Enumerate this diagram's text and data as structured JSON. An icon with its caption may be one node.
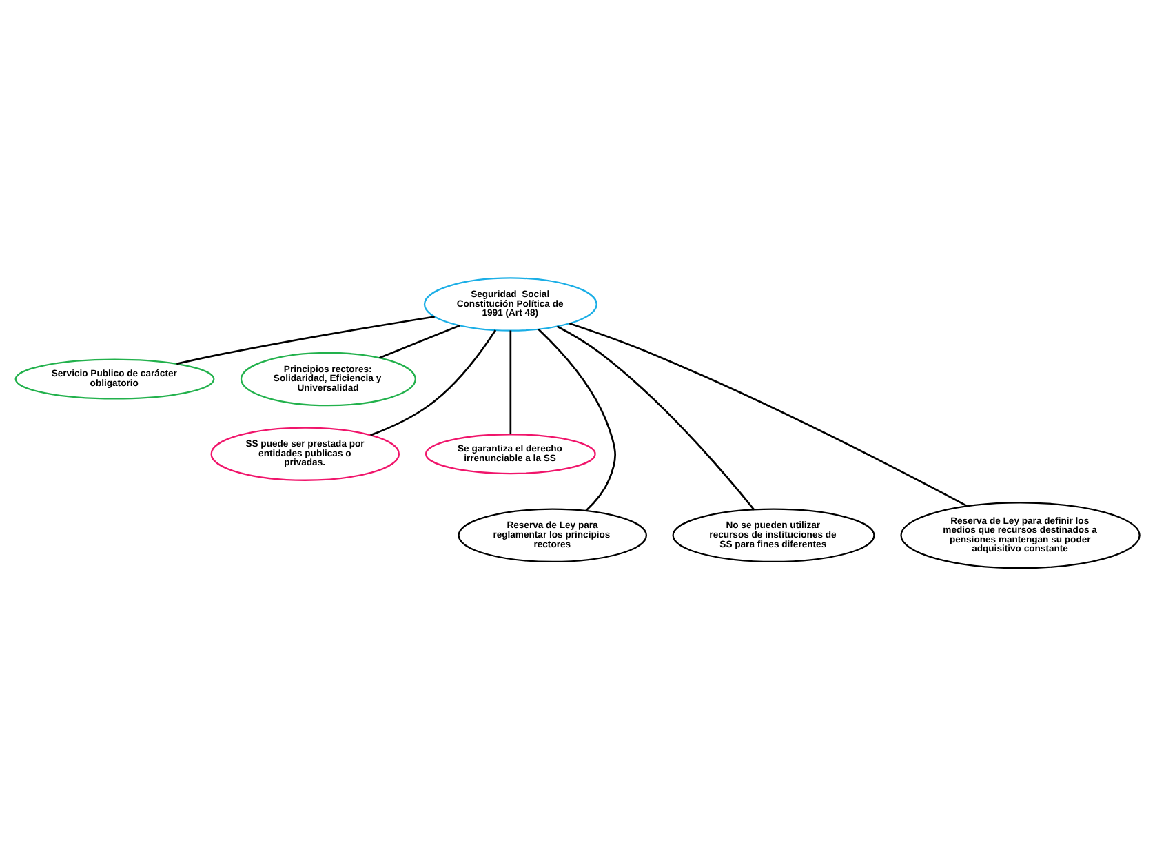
{
  "diagram": {
    "nodes": [
      {
        "text": [
          "Seguridad  Social Constitución Política de 1991 (Art 48)"
        ]
      },
      {
        "text": [
          "Servicio Publico de carácter obligatorio"
        ]
      },
      {
        "text": [
          "Principios rectores: Solidaridad, Eficiencia y Universalidad"
        ]
      },
      {
        "text": [
          "SS puede ser prestada por entidades publicas o privadas."
        ]
      },
      {
        "text": [
          "Se garantiza el derecho irrenunciable a la SS"
        ]
      },
      {
        "text": [
          "Reserva de Ley para reglamentar los principios rectores"
        ]
      },
      {
        "text": [
          "No se pueden utilizar recursos de instituciones de SS para fines diferentes"
        ]
      },
      {
        "text": [
          "Reserva de Ley para definir los medios que recursos destinados a pensiones mantengan su poder adquisitivo constante"
        ]
      }
    ],
    "edges": [
      {
        "from": 0,
        "to": 1,
        "arrow": "none"
      },
      {
        "from": 0,
        "to": 2,
        "arrow": "none"
      },
      {
        "from": 0,
        "to": 3,
        "arrow": "none"
      },
      {
        "from": 0,
        "to": 4,
        "arrow": "none"
      },
      {
        "from": 0,
        "to": 5,
        "arrow": "none"
      },
      {
        "from": 0,
        "to": 6,
        "arrow": "none"
      },
      {
        "from": 0,
        "to": 7,
        "arrow": "none"
      }
    ]
  }
}
